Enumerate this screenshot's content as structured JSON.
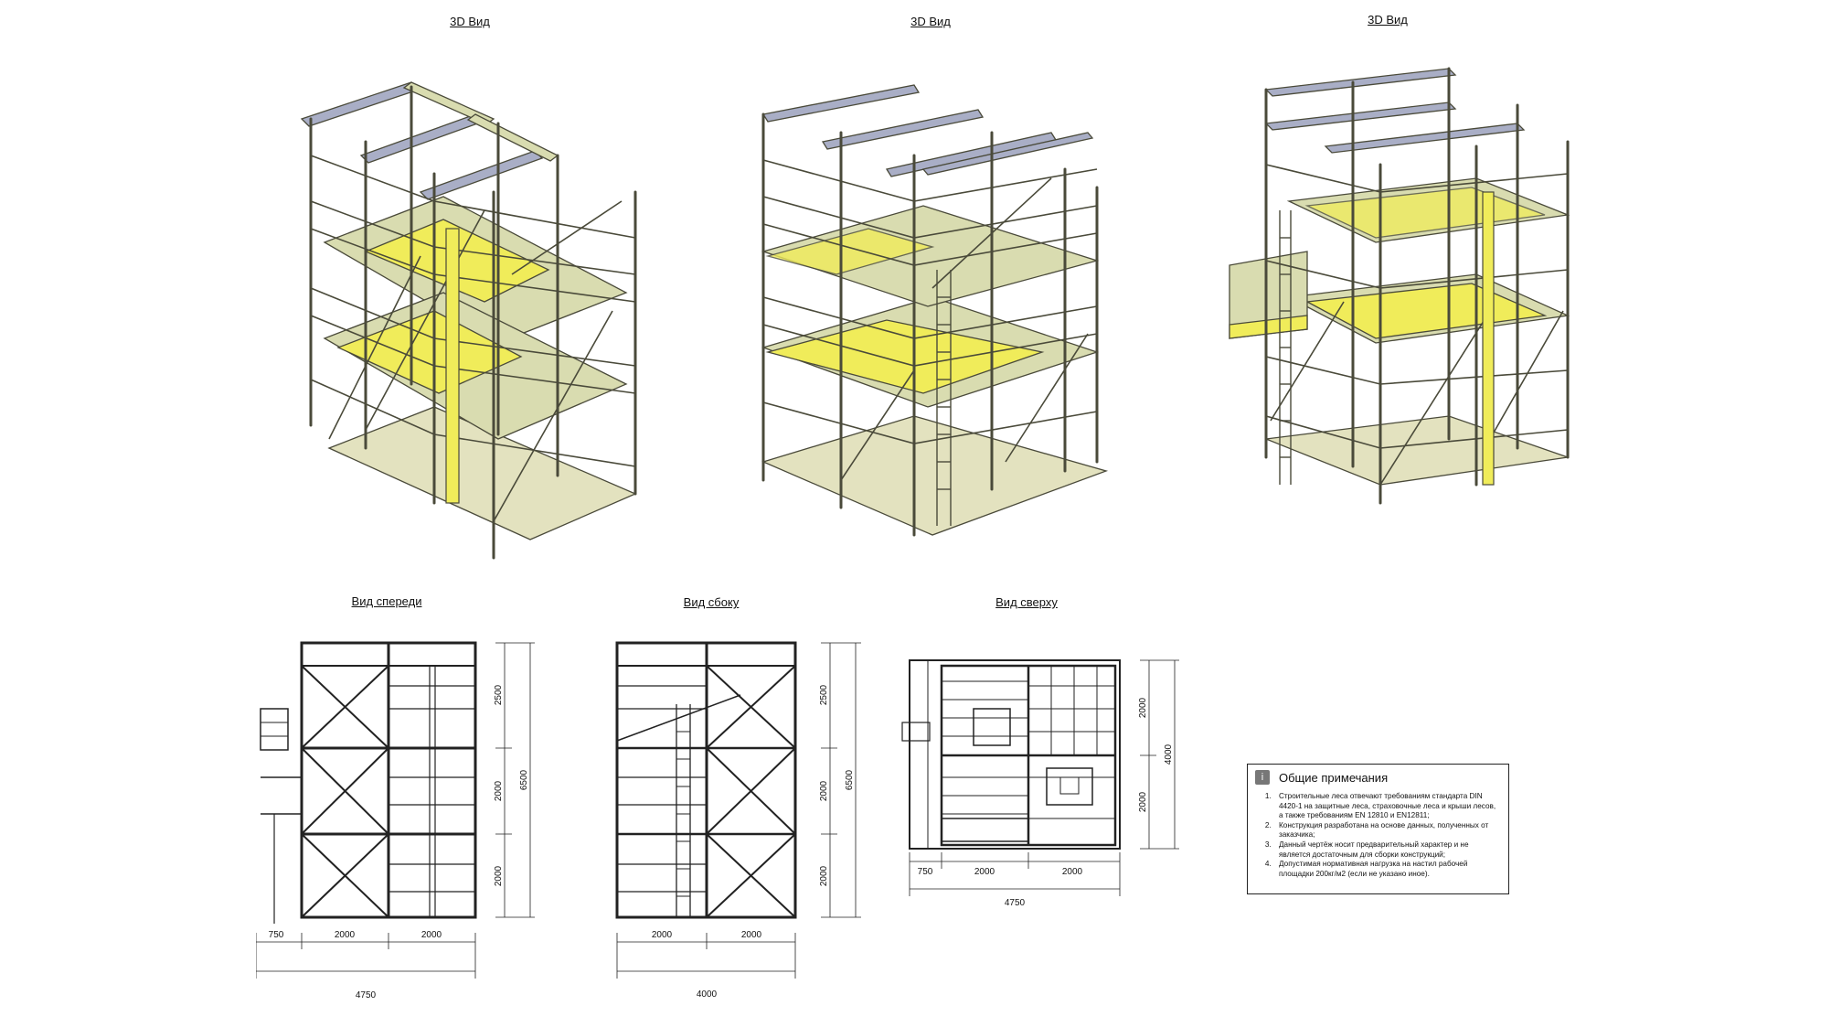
{
  "titles": {
    "iso_left": "3D Вид",
    "iso_middle": "3D Вид",
    "iso_right": "3D Вид",
    "front": "Вид спереди",
    "side": "Вид сбоку",
    "top": "Вид сверху"
  },
  "front_view": {
    "bottom_dims": [
      "750",
      "2000",
      "2000"
    ],
    "total_width": "4750",
    "height_dims": [
      "2500",
      "2000",
      "2000"
    ],
    "total_height": "6500"
  },
  "side_view": {
    "bottom_dims": [
      "2000",
      "2000"
    ],
    "total_width": "4000",
    "height_dims": [
      "2500",
      "2000",
      "2000"
    ],
    "total_height": "6500"
  },
  "top_view": {
    "bottom_dims": [
      "750",
      "2000",
      "2000"
    ],
    "total_width": "4750",
    "height_dims": [
      "2000",
      "2000"
    ],
    "total_height": "4000"
  },
  "notes": {
    "icon": "info-icon",
    "title": "Общие примечания",
    "items": [
      "Строительные леса отвечают требованиям стандарта DIN 4420-1 на защитные леса, страховочные леса и крыши лесов, а также требованиям EN 12810 и EN12811;",
      "Конструкция разработана на основе данных, полученных от заказчика;",
      "Данный чертёж носит предварительный характер и не является достаточным для сборки конструкций;",
      "Допустимая нормативная нагрузка на настил рабочей площадки 200кг/м2 (если не указано иное)."
    ]
  },
  "colors": {
    "frame": "#d9dcb0",
    "frame_stroke": "#4a4a3a",
    "deck_highlight": "#f0ec5a",
    "beam": "#a9aec6",
    "line": "#222222"
  }
}
